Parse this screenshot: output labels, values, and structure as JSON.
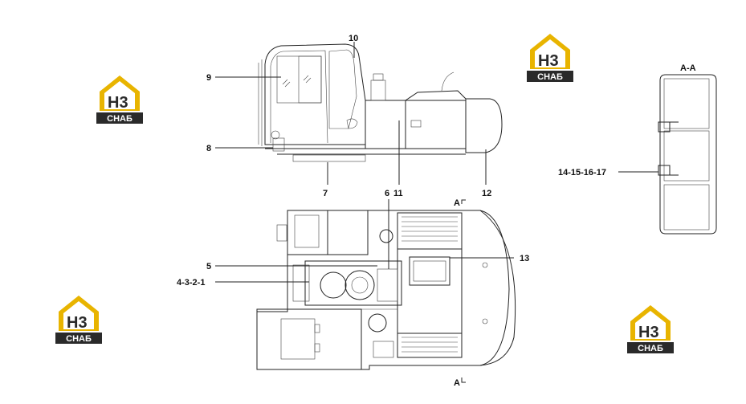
{
  "section_title": "A-A",
  "section_marks": {
    "top": "A",
    "bottom": "A"
  },
  "callouts": {
    "c1": "10",
    "c2": "9",
    "c3": "8",
    "c4": "7",
    "c5": "11",
    "c6": "12",
    "c7": "6",
    "c8": "5",
    "c9": "4-3-2-1",
    "c10": "13",
    "c11": "14-15-16-17"
  },
  "watermark": {
    "letters": "H3",
    "word": "СНАБ",
    "colors": {
      "gold": "#e8b400",
      "dark": "#2a2a2a"
    }
  }
}
